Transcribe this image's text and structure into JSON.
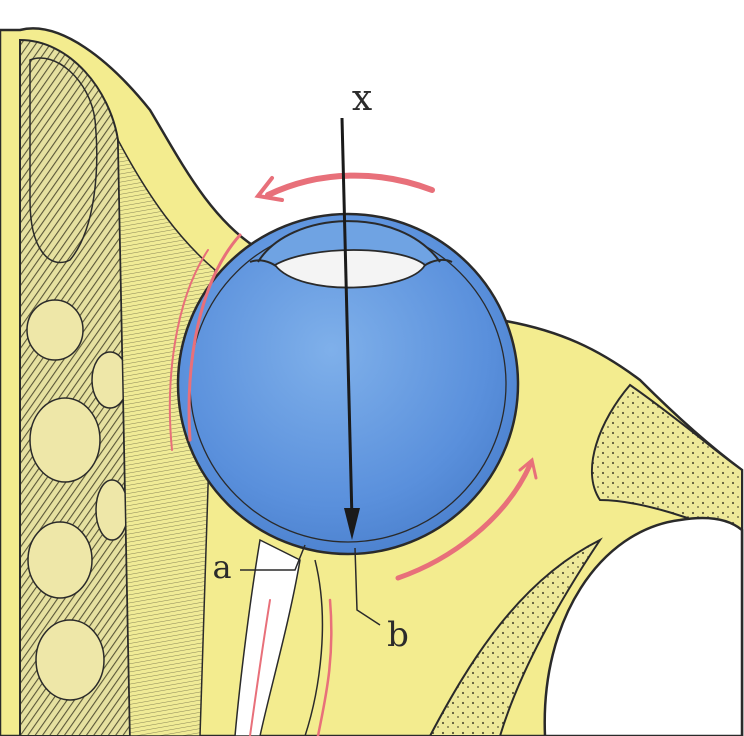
{
  "labels": {
    "axis": "x",
    "point_a": "a",
    "point_b": "b"
  },
  "colors": {
    "background": "#ffffff",
    "tissue": "#f3ec8f",
    "bone": "#e8e29a",
    "bone_texture": "#6d6a45",
    "eyeball": "#5f95dd",
    "eyeball_light": "#8fb6ea",
    "lens": "#f4f4f4",
    "arrow": "#e8707a",
    "outline": "#2a2a2a"
  }
}
